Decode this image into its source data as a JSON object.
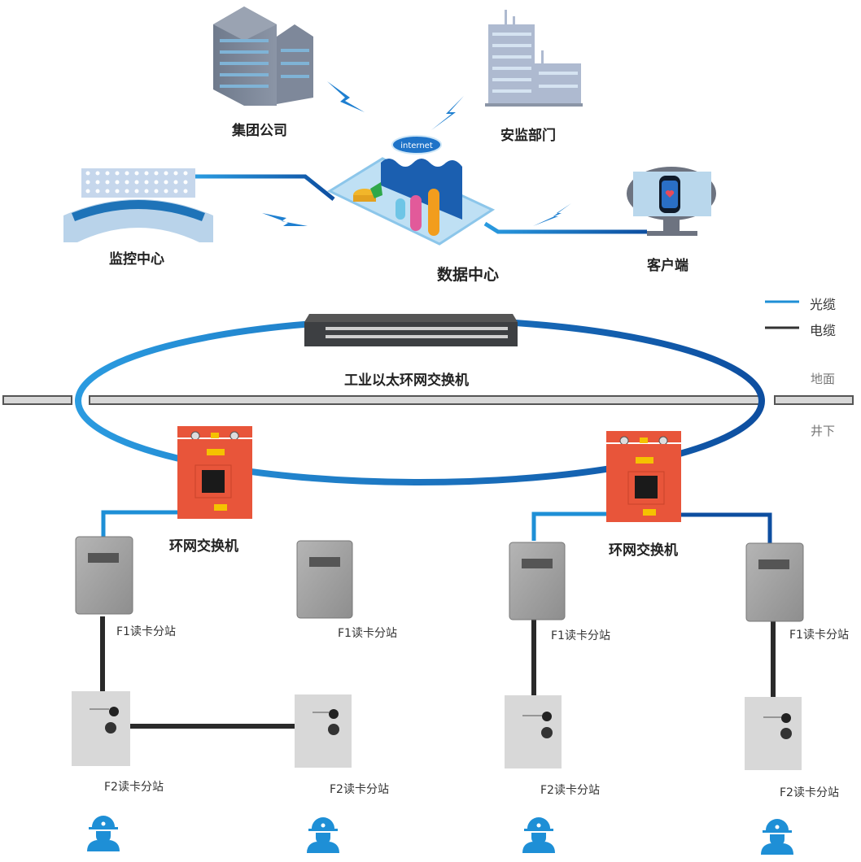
{
  "title": "人员定位系统网络拓扑图",
  "colors": {
    "fiber": "#1e8fd6",
    "fiber_dark": "#0d4ea0",
    "cable": "#2a2a2a",
    "switch_red": "#e8553a",
    "worker": "#1e8fd6"
  },
  "nodes": {
    "group_company": {
      "label": "集团公司",
      "icon": "office-building-icon"
    },
    "safety_dept": {
      "label": "安监部门",
      "icon": "office-building-icon"
    },
    "monitor_center": {
      "label": "监控中心",
      "icon": "video-wall-icon"
    },
    "data_center": {
      "label": "数据中心",
      "icon": "data-platform-icon",
      "cloud_text": "internet"
    },
    "client": {
      "label": "客户端",
      "icon": "monitor-phone-icon"
    },
    "core_switch": {
      "label": "工业以太环网交换机",
      "icon": "rack-switch-icon"
    },
    "ring_switch_left": {
      "label": "环网交换机",
      "icon": "explosion-proof-box-icon"
    },
    "ring_switch_right": {
      "label": "环网交换机",
      "icon": "explosion-proof-box-icon"
    },
    "stations": [
      {
        "label": "F1读卡分站",
        "type": "F1"
      },
      {
        "label": "F1读卡分站",
        "type": "F1"
      },
      {
        "label": "F1读卡分站",
        "type": "F1"
      },
      {
        "label": "F1读卡分站",
        "type": "F1"
      },
      {
        "label": "F2读卡分站",
        "type": "F2"
      },
      {
        "label": "F2读卡分站",
        "type": "F2"
      },
      {
        "label": "F2读卡分站",
        "type": "F2"
      },
      {
        "label": "F2读卡分站",
        "type": "F2"
      }
    ],
    "workers": [
      "miner-icon",
      "miner-icon",
      "miner-icon",
      "miner-icon"
    ]
  },
  "legend": {
    "items": [
      {
        "label": "光缆",
        "kind": "fiber"
      },
      {
        "label": "电缆",
        "kind": "cable"
      }
    ]
  },
  "layers": {
    "surface": "地面",
    "underground": "井下"
  }
}
